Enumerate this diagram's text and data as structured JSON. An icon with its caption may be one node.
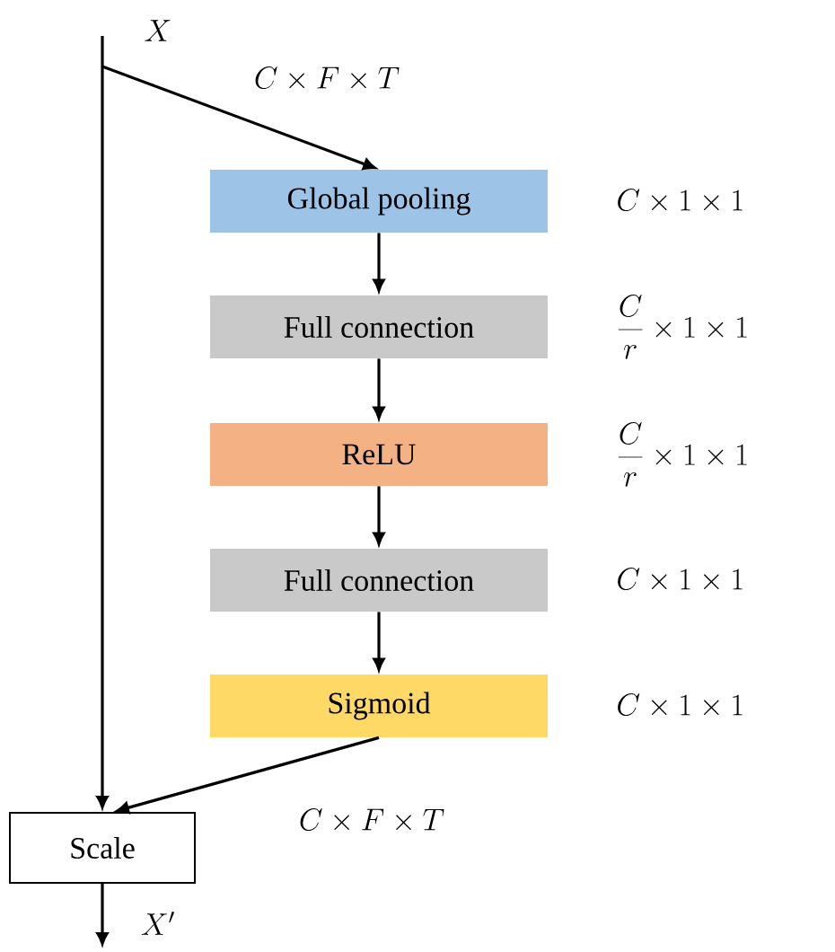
{
  "diagram": {
    "nodes": [
      {
        "text": [
          "Global pooling"
        ]
      },
      {
        "text": [
          "Full connection"
        ]
      },
      {
        "text": [
          "ReLU"
        ]
      },
      {
        "text": [
          "Full connection"
        ]
      },
      {
        "text": [
          "Sigmoid"
        ]
      },
      {
        "text": [
          "Scale"
        ]
      }
    ],
    "edges": [
      {
        "from": null,
        "to": 5,
        "arrow": "to",
        "label": "X"
      },
      {
        "from": null,
        "to": 0,
        "arrow": "to",
        "label": "C \\times F \\times T"
      },
      {
        "from": 0,
        "to": 1,
        "arrow": "to"
      },
      {
        "from": 1,
        "to": 2,
        "arrow": "to"
      },
      {
        "from": 2,
        "to": 3,
        "arrow": "to"
      },
      {
        "from": 3,
        "to": 4,
        "arrow": "to"
      },
      {
        "from": 4,
        "to": 5,
        "arrow": "to",
        "label": "C \\times F \\times T"
      },
      {
        "from": 5,
        "to": null,
        "arrow": "to",
        "label": "X'"
      }
    ],
    "labels": [
      "C \\times 1 \\times 1",
      "\\frac{C}{r} \\times 1 \\times 1",
      "\\frac{C}{r} \\times 1 \\times 1",
      "C \\times 1 \\times 1",
      "C \\times 1 \\times 1"
    ]
  }
}
